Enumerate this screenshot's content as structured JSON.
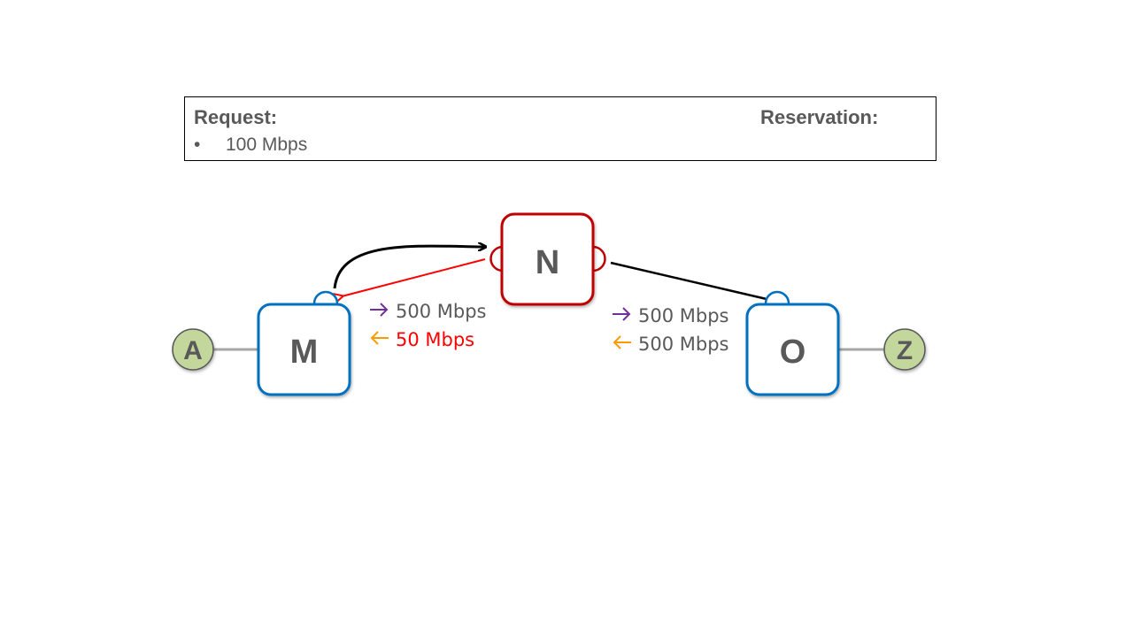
{
  "request": {
    "title": "Request:",
    "items": [
      "100 Mbps"
    ]
  },
  "reservation": {
    "title": "Reservation:"
  },
  "nodes": {
    "a": "A",
    "m": "M",
    "n": "N",
    "o": "O",
    "z": "Z"
  },
  "links": {
    "m_n": {
      "forward": "500 Mbps",
      "reverse": "50 Mbps"
    },
    "n_o": {
      "forward": "500 Mbps",
      "reverse": "500 Mbps"
    }
  },
  "colors": {
    "switch_blue": "#0070c0",
    "switch_red": "#c00000",
    "endpoint_green": "#c3d69b",
    "arrow_purple": "#7030a0",
    "arrow_orange": "#ff9900",
    "path_red": "#ff0000",
    "text_gray": "#595959"
  }
}
